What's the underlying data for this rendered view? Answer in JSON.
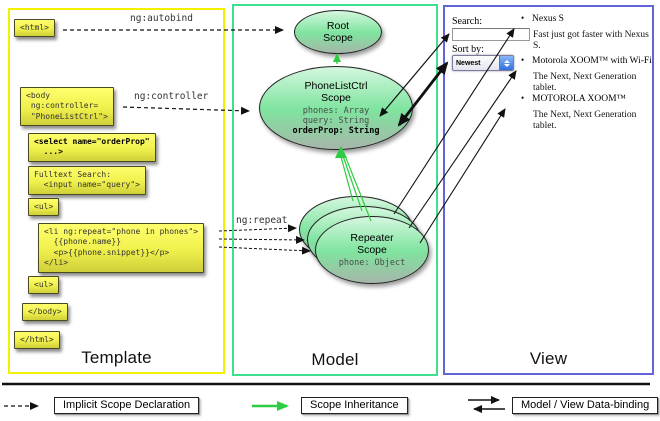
{
  "panels": {
    "template": "Template",
    "model": "Model",
    "view": "View"
  },
  "labels": {
    "autobind": "ng:autobind",
    "controller": "ng:controller",
    "repeat": "ng:repeat"
  },
  "code": {
    "html_open": "<html>",
    "body_open": "<body\n ng:controller=\n \"PhoneListCtrl\">",
    "select": "<select name=\"orderProp\"\n  ...>",
    "fulltext": "Fulltext Search:\n  <input name=\"query\">",
    "ul_open": "<ul>",
    "li_repeat": "<li ng:repeat=\"phone in phones\">\n  {{phone.name}}\n  <p>{{phone.snippet}}</p>\n</li>",
    "ul_close": "<ul>",
    "body_close": "</body>",
    "html_close": "</html>"
  },
  "scopes": {
    "root_title": "Root\nScope",
    "phonelist_title": "PhoneListCtrl\nScope",
    "phonelist_props": "phones: Array\nquery: String",
    "phonelist_bold_prop": "orderProp: String",
    "repeater_title": "Repeater\nScope",
    "repeater_prop": "phone: Object"
  },
  "view": {
    "search_label": "Search:",
    "search_value": "",
    "sort_label": "Sort by:",
    "sort_value": "Newest",
    "bullet": "•",
    "items": [
      {
        "title": "Nexus S",
        "desc": "Fast just got faster with Nexus S."
      },
      {
        "title": "Motorola XOOM™ with Wi-Fi",
        "desc": "The Next, Next Generation tablet."
      },
      {
        "title": "MOTOROLA XOOM™",
        "desc": "The Next, Next Generation tablet."
      }
    ]
  },
  "legend": {
    "implicit": "Implicit Scope Declaration",
    "inheritance": "Scope Inheritance",
    "databinding": "Model / View Data-binding"
  },
  "colors": {
    "template_border": "#f2f200",
    "model_border": "#3ce08e",
    "view_border": "#6464d9",
    "green_arrow": "#2ecc40"
  }
}
